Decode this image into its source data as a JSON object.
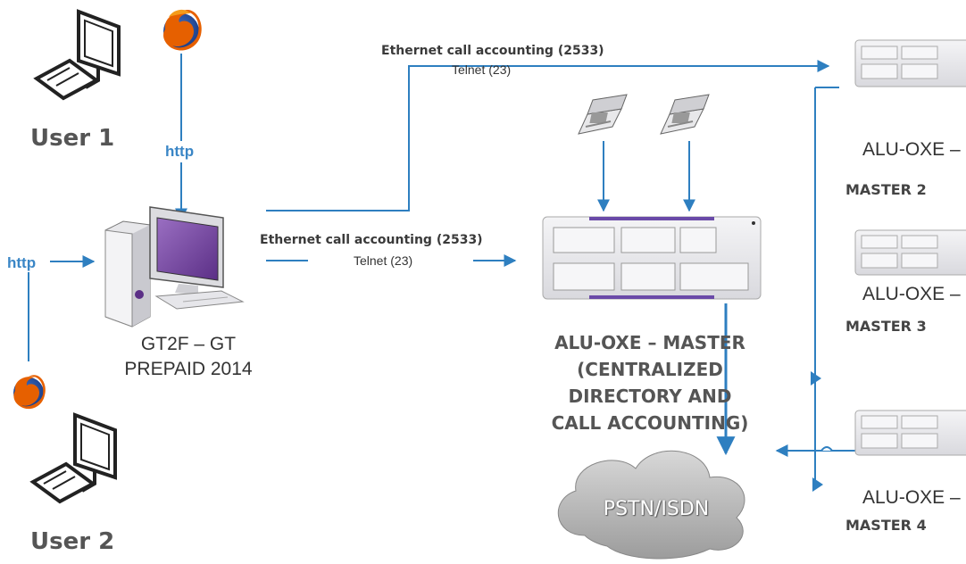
{
  "users": {
    "user1": "User 1",
    "user2": "User 2"
  },
  "protocols": {
    "http_top": "http",
    "http_left": "http"
  },
  "links": {
    "top": {
      "line1": "Ethernet call accounting (2533)",
      "line2": "Telnet (23)"
    },
    "middle": {
      "line1": "Ethernet call accounting (2533)",
      "line2": "Telnet (23)"
    }
  },
  "server": {
    "line1": "GT2F – GT",
    "line2": "PREPAID 2014"
  },
  "master": {
    "line1": "ALU-OXE – MASTER",
    "line2": "(CENTRALIZED",
    "line3": "DIRECTORY AND",
    "line4": "CALL ACCOUNTING)"
  },
  "nodes": [
    {
      "name": "ALU-OXE –",
      "sub": "MASTER 2"
    },
    {
      "name": "ALU-OXE –",
      "sub": "MASTER 3"
    },
    {
      "name": "ALU-OXE –",
      "sub": "MASTER 4"
    }
  ],
  "cloud": {
    "label": "PSTN/ISDN"
  },
  "colors": {
    "arrow": "#2e7fc0",
    "firefox_orange": "#e66000",
    "firefox_blue": "#1f4fa0",
    "monitor_screen": "#7b4aa0"
  },
  "icons": [
    "firefox-icon",
    "user-computer-icon",
    "server-pc-icon",
    "desk-phone-icon",
    "pbx-cabinet-icon",
    "cloud-icon"
  ]
}
